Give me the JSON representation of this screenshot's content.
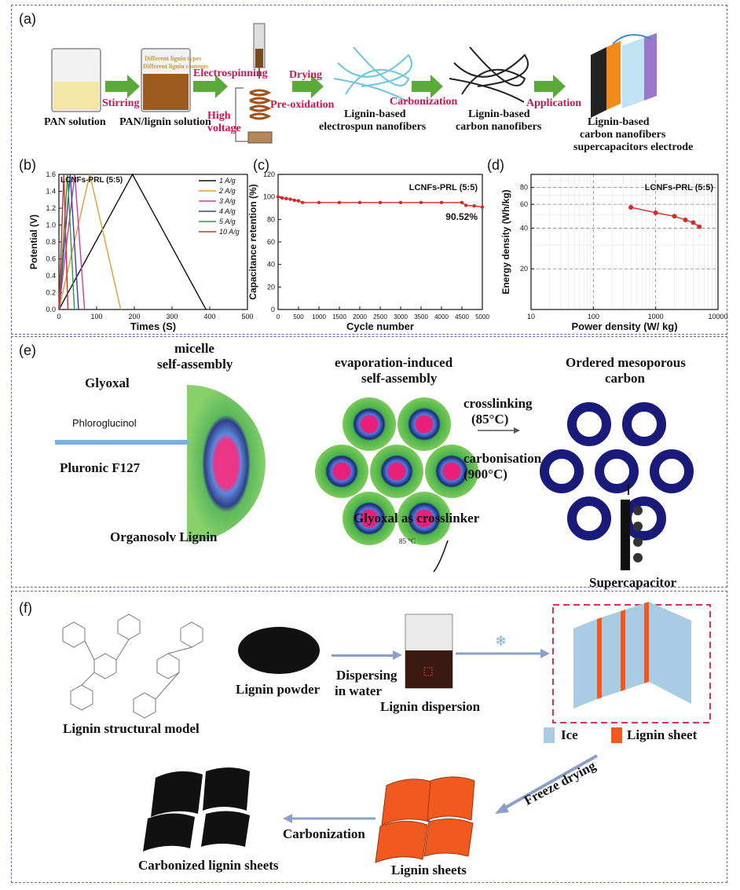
{
  "panel_labels": {
    "a": "(a)",
    "b": "(b)",
    "c": "(c)",
    "d": "(d)",
    "e": "(e)",
    "f": "(f)"
  },
  "a": {
    "pan_solution": "PAN solution",
    "stirring": "Stirring",
    "pan_lignin_solution": "PAN/lignin solution",
    "lignin_types": "Different lignin types",
    "lignin_contents": "Different lignin contents",
    "electrospinning": "Electrospinning",
    "high_voltage": "High voltage",
    "drying": "Drying",
    "pre_oxidation": "Pre-oxidation",
    "nanofibers_1": "Lignin-based",
    "nanofibers_2": "electrospun nanofibers",
    "carbonization": "Carbonization",
    "carbon_nf_1": "Lignin-based",
    "carbon_nf_2": "carbon nanofibers",
    "application": "Application",
    "sc_1": "Lignin-based",
    "sc_2": "carbon nanofibers",
    "sc_3": "supercapacitors electrode"
  },
  "chart_data": [
    {
      "type": "line",
      "title": "LCNFs-PRL (5:5)",
      "xlabel": "Times (S)",
      "ylabel": "Potential (V)",
      "xlim": [
        0,
        500
      ],
      "ylim": [
        0,
        1.6
      ],
      "xticks": [
        0,
        100,
        200,
        300,
        400,
        500
      ],
      "yticks": [
        0.0,
        0.2,
        0.4,
        0.6,
        0.8,
        1.0,
        1.2,
        1.4,
        1.6
      ],
      "series": [
        {
          "name": "1 A/g",
          "color": "#111111",
          "x": [
            0,
            195,
            390
          ],
          "y": [
            0,
            1.6,
            0
          ]
        },
        {
          "name": "2 A/g",
          "color": "#e39a2e",
          "x": [
            0,
            82,
            164
          ],
          "y": [
            0,
            1.6,
            0
          ]
        },
        {
          "name": "3 A/g",
          "color": "#c83aa8",
          "x": [
            0,
            42,
            68
          ],
          "y": [
            0,
            1.6,
            0
          ]
        },
        {
          "name": "4 A/g",
          "color": "#3b3ba8",
          "x": [
            0,
            30,
            52
          ],
          "y": [
            0,
            1.6,
            0
          ]
        },
        {
          "name": "5 A/g",
          "color": "#2a9a3a",
          "x": [
            0,
            23,
            41
          ],
          "y": [
            0,
            1.6,
            0
          ]
        },
        {
          "name": "10 A/g",
          "color": "#d42a2a",
          "x": [
            0,
            13,
            24
          ],
          "y": [
            0,
            1.6,
            0
          ]
        }
      ]
    },
    {
      "type": "scatter",
      "annotation": "LCNFs-PRL (5:5)",
      "value_label": "90.52%",
      "xlabel": "Cycle number",
      "ylabel": "Capacitance retention (%)",
      "xlim": [
        0,
        5000
      ],
      "ylim": [
        0,
        120
      ],
      "xticks": [
        0,
        500,
        1000,
        1500,
        2000,
        2500,
        3000,
        3500,
        4000,
        4500,
        5000
      ],
      "yticks": [
        0,
        20,
        40,
        60,
        80,
        100,
        120
      ],
      "series": [
        {
          "color": "#d62a2a",
          "x": [
            0,
            100,
            200,
            300,
            400,
            500,
            600,
            1000,
            1500,
            2000,
            2500,
            3000,
            3500,
            4000,
            4500,
            4600,
            4800,
            5000
          ],
          "y": [
            100,
            99,
            98.5,
            98,
            97,
            96.5,
            95,
            95,
            95,
            95,
            95,
            95,
            95,
            95,
            95,
            92.5,
            92,
            91
          ]
        }
      ]
    },
    {
      "type": "line",
      "annotation": "LCNFs-PRL (5:5)",
      "xlabel": "Power density (W/ kg)",
      "ylabel": "Energy density (Wh/kg)",
      "xscale": "log",
      "yscale": "log",
      "xlim": [
        10,
        10000
      ],
      "ylim": [
        10,
        100
      ],
      "xticks": [
        10,
        100,
        1000,
        10000
      ],
      "yticks": [
        20,
        40,
        60,
        80
      ],
      "series": [
        {
          "color": "#d62a2a",
          "x": [
            400,
            1000,
            2000,
            3000,
            4000,
            5000
          ],
          "y": [
            57,
            52,
            49,
            46,
            44,
            41
          ]
        }
      ]
    }
  ],
  "e": {
    "micelle": "micelle",
    "self_assembly": "self-assembly",
    "glyoxal": "Glyoxal",
    "phloroglucinol": "Phloroglucinol",
    "pluronic": "Pluronic F127",
    "organosolv": "Organosolv Lignin",
    "eisa_1": "evaporation-induced",
    "eisa_2": "self-assembly",
    "crosslinking": "crosslinking",
    "crosslinking_temp": "(85°C)",
    "carbonisation": "carbonisation",
    "carbonisation_temp": "(900°C)",
    "omc_1": "Ordered mesoporous",
    "omc_2": "carbon",
    "glyoxal_crosslinker": "Glyoxal as crosslinker",
    "reaction_temp": "85 °C",
    "supercapacitor": "Supercapacitor"
  },
  "f": {
    "structural_model": "Lignin structural model",
    "powder": "Lignin powder",
    "dispersing_1": "Dispersing",
    "dispersing_2": "in water",
    "dispersion": "Lignin dispersion",
    "ice": "Ice",
    "lignin_sheet": "Lignin sheet",
    "freeze_drying": "Freeze drying",
    "lignin_sheets": "Lignin sheets",
    "carbonization": "Carbonization",
    "carbonized": "Carbonized lignin sheets"
  },
  "colors": {
    "border": "#6a6aa8",
    "arrow_green": "#5aaa3a",
    "accent_red": "#d0134f",
    "lignin_orange": "#f05a1e",
    "ice_blue": "#a9cbe3"
  }
}
